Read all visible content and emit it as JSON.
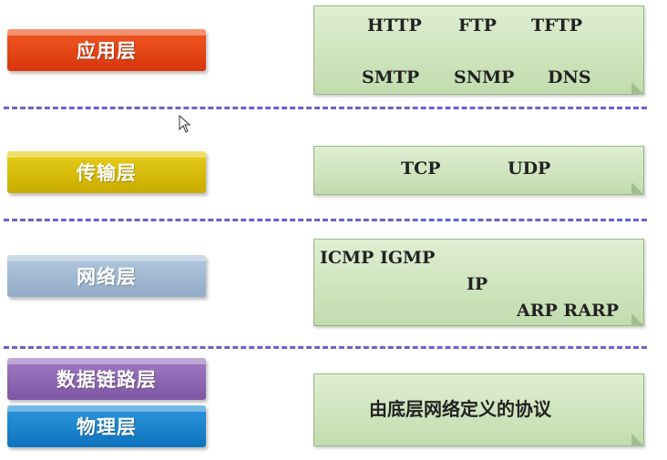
{
  "layers": {
    "application": "应用层",
    "transport": "传输层",
    "network": "网络层",
    "data_link": "数据链路层",
    "physical": "物理层"
  },
  "protocols": {
    "application": [
      "HTTP",
      "FTP",
      "TFTP",
      "SMTP",
      "SNMP",
      "DNS"
    ],
    "transport": [
      "TCP",
      "UDP"
    ],
    "network": [
      "ICMP IGMP",
      "IP",
      "ARP RARP"
    ],
    "lower": "由底层网络定义的协议"
  },
  "colors": {
    "application": "#e4451a",
    "transport": "#d9be0a",
    "network": "#a4bad4",
    "data_link": "#8e68b3",
    "physical": "#1e85cf",
    "protocol_box": "#cfe4bf",
    "separator": "#6a62c8"
  },
  "icons": {
    "cursor": "mouse-pointer-icon"
  }
}
